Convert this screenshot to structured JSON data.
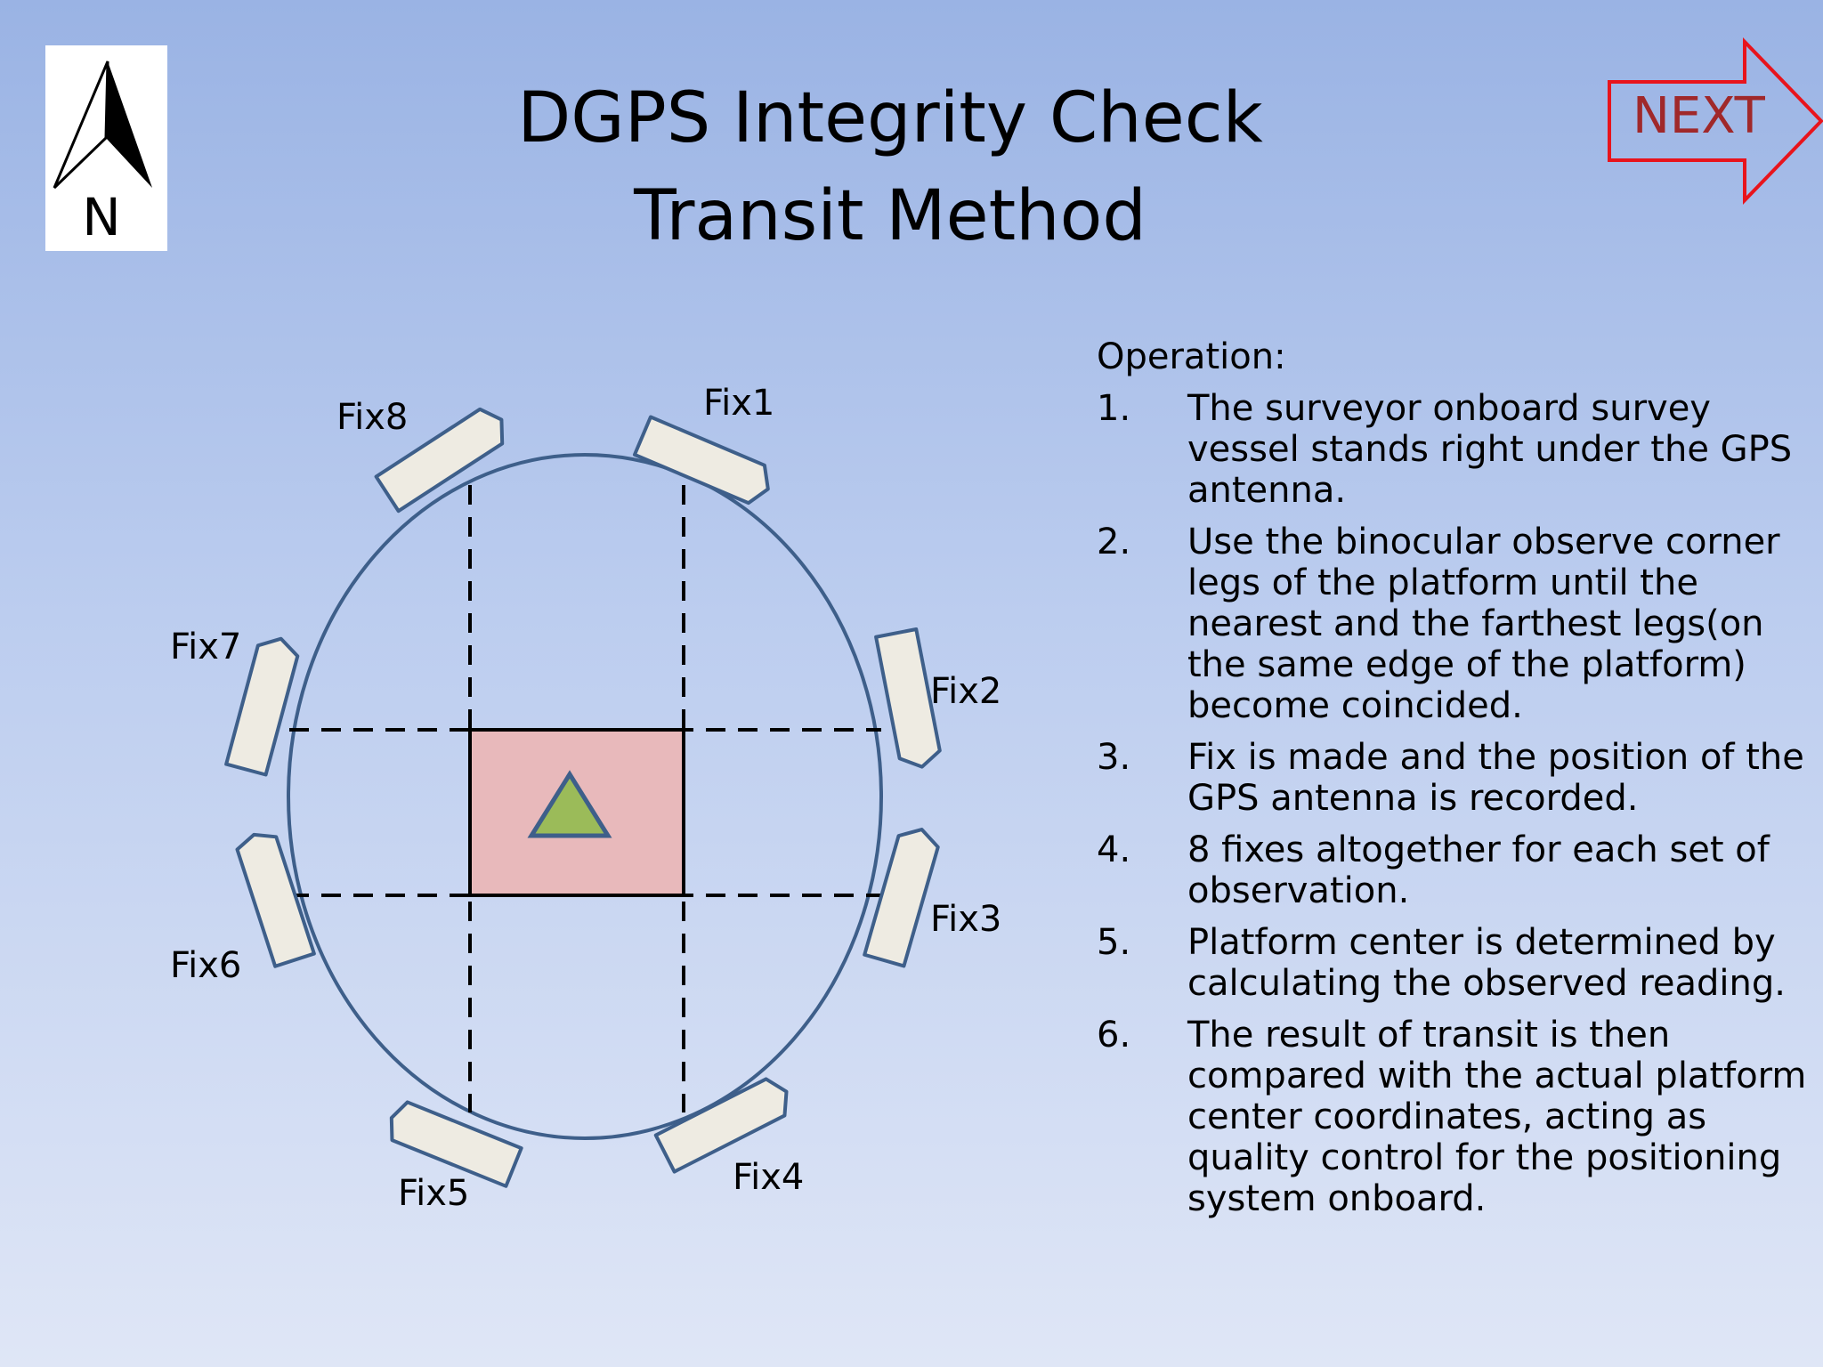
{
  "title": {
    "line1": "DGPS Integrity Check",
    "line2": "Transit Method"
  },
  "north_badge": {
    "letter": "N",
    "icon": "north-arrow-icon"
  },
  "next_button": {
    "label": "NEXT",
    "icon": "arrow-right-icon",
    "outline_color": "#e8141c",
    "text_color": "#a0282a"
  },
  "diagram": {
    "fix_labels": [
      "Fix1",
      "Fix2",
      "Fix3",
      "Fix4",
      "Fix5",
      "Fix6",
      "Fix7",
      "Fix8"
    ],
    "platform_color": "#e8b9bb",
    "antenna_color": "#9bbb59",
    "outline_color": "#3e5f8a",
    "vessel_color": "#eeebe2"
  },
  "operation": {
    "heading": "Operation:",
    "steps": [
      {
        "num": "1.",
        "text": "The surveyor onboard survey vessel stands right under the GPS antenna."
      },
      {
        "num": "2.",
        "text": "Use the binocular observe corner legs of the platform until the nearest and the farthest legs(on the same edge of the platform) become coincided."
      },
      {
        "num": "3.",
        "text": "Fix is made and the position of the GPS antenna is recorded."
      },
      {
        "num": "4.",
        "text": "8 fixes altogether for each set of observation."
      },
      {
        "num": "5.",
        "text": "Platform center is determined by calculating the observed reading."
      },
      {
        "num": "6.",
        "text": "The result of transit is then compared with the actual platform center coordinates, acting as quality control for the positioning system onboard."
      }
    ]
  }
}
